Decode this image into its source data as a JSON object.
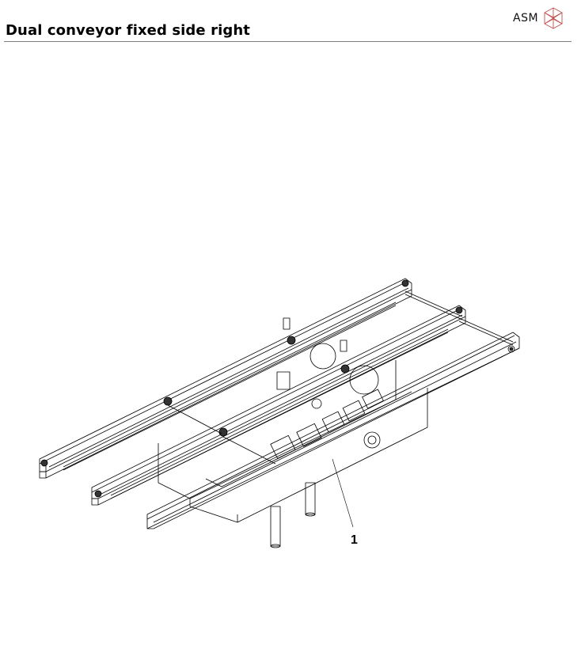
{
  "header": {
    "title": "Dual conveyor fixed side right",
    "logo_text": "ASM",
    "logo_icon": "asm-polyhedron-logo-icon",
    "logo_color": "#c0504d",
    "rule_color": "#808080"
  },
  "figure": {
    "description": "Isometric line drawing of dual conveyor assembly",
    "callouts": [
      {
        "label": "1"
      }
    ]
  }
}
